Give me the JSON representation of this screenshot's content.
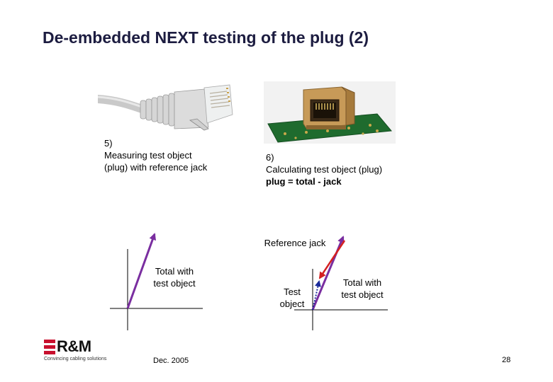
{
  "slide": {
    "title": "De-embedded NEXT testing of the plug (2)",
    "page_number": "28",
    "date": "Dec. 2005"
  },
  "left_step": {
    "number": "5)",
    "line1": "Measuring test  object",
    "line2": "(plug) with reference jack"
  },
  "right_step": {
    "number": "6)",
    "line1": "Calculating test object (plug)",
    "formula": "plug = total - jack"
  },
  "left_diagram": {
    "vector_label_line1": "Total with",
    "vector_label_line2": "test object",
    "vector_color": "#7a2ea0"
  },
  "right_diagram": {
    "reference_label": "Reference jack",
    "test_label_line1": "Test",
    "test_label_line2": "object",
    "total_label_line1": "Total with",
    "total_label_line2": "test object",
    "total_color": "#7a2ea0",
    "reference_color": "#d42020",
    "test_color": "#1a2a9a"
  },
  "logo": {
    "brand": "R&M",
    "tagline": "Convincing cabling solutions",
    "color": "#c8102e"
  },
  "icons": {
    "plug_photo": "rj45-plug-cable-image",
    "jack_photo": "rj45-jack-on-pcb-image"
  }
}
